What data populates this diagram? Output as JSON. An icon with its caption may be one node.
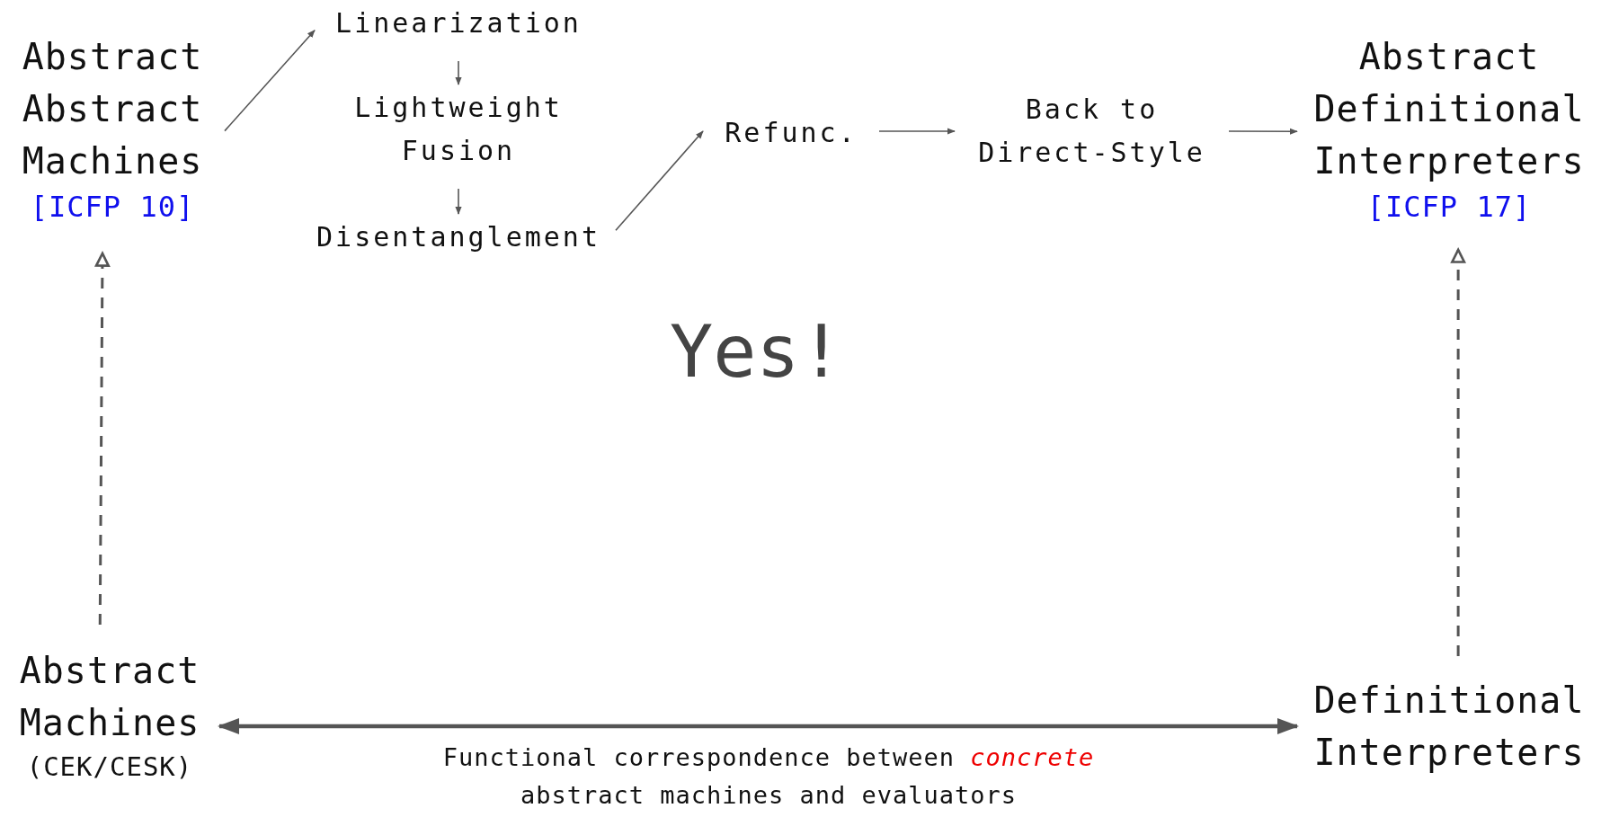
{
  "diagram": {
    "nodes": [
      {
        "text": [
          "Abstract Abstract Machines",
          "[ICFP 10]"
        ]
      },
      {
        "text": [
          "Linearization"
        ]
      },
      {
        "text": [
          "Lightweight Fusion"
        ]
      },
      {
        "text": [
          "Disentanglement"
        ]
      },
      {
        "text": [
          "Refunc."
        ]
      },
      {
        "text": [
          "Back to Direct-Style"
        ]
      },
      {
        "text": [
          "Abstract Definitional Interpreters",
          "[ICFP 17]"
        ]
      },
      {
        "text": [
          "Abstract Machines",
          "(CEK/CESK)"
        ]
      },
      {
        "text": [
          "Definitional Interpreters"
        ]
      }
    ],
    "edges": [
      {
        "from": 0,
        "to": 1,
        "arrow": "to"
      },
      {
        "from": 1,
        "to": 2,
        "arrow": "to"
      },
      {
        "from": 2,
        "to": 3,
        "arrow": "to"
      },
      {
        "from": 3,
        "to": 4,
        "arrow": "to"
      },
      {
        "from": 4,
        "to": 5,
        "arrow": "to"
      },
      {
        "from": 5,
        "to": 6,
        "arrow": "to"
      },
      {
        "from": 7,
        "to": 0,
        "arrow": "to",
        "style": "dashed"
      },
      {
        "from": 8,
        "to": 6,
        "arrow": "to",
        "style": "dashed"
      },
      {
        "from": 7,
        "to": 8,
        "arrow": "both",
        "style": "thick",
        "label": "Functional correspondence between *concrete* abstract machines and evaluators"
      }
    ],
    "labels": [
      "Yes!"
    ]
  }
}
